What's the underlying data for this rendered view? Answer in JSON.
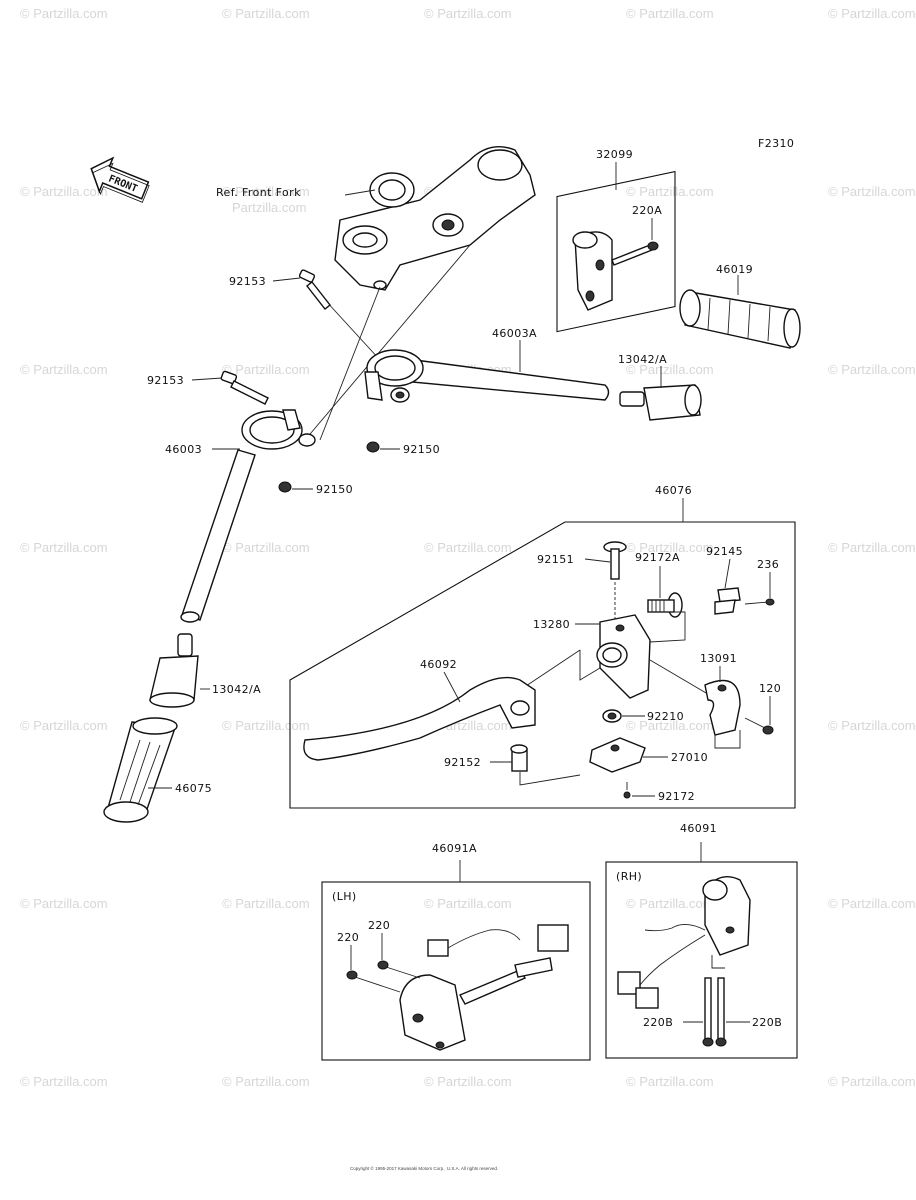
{
  "diagram_code": "F2310",
  "front_arrow_label": "FRONT",
  "ref_label": "Ref. Front Fork",
  "watermark_text": "© Partzilla.com",
  "ref_watermark": "Partzilla.com",
  "box_labels": {
    "lh": "(LH)",
    "rh": "(RH)"
  },
  "callouts": [
    "32099",
    "220A",
    "46019",
    "13042/A",
    "46003A",
    "92153",
    "92153",
    "46003",
    "92150",
    "92150",
    "46076",
    "92151",
    "92172A",
    "92145",
    "236",
    "13280",
    "13091",
    "46092",
    "120",
    "92210",
    "92152",
    "27010",
    "92172",
    "13042/A",
    "46075",
    "46091",
    "46091A",
    "220",
    "220",
    "220B",
    "220B"
  ],
  "footer_text": "Copyright © 1995-2017 Kawasaki Motors Corp., U.S.A. All rights reserved."
}
